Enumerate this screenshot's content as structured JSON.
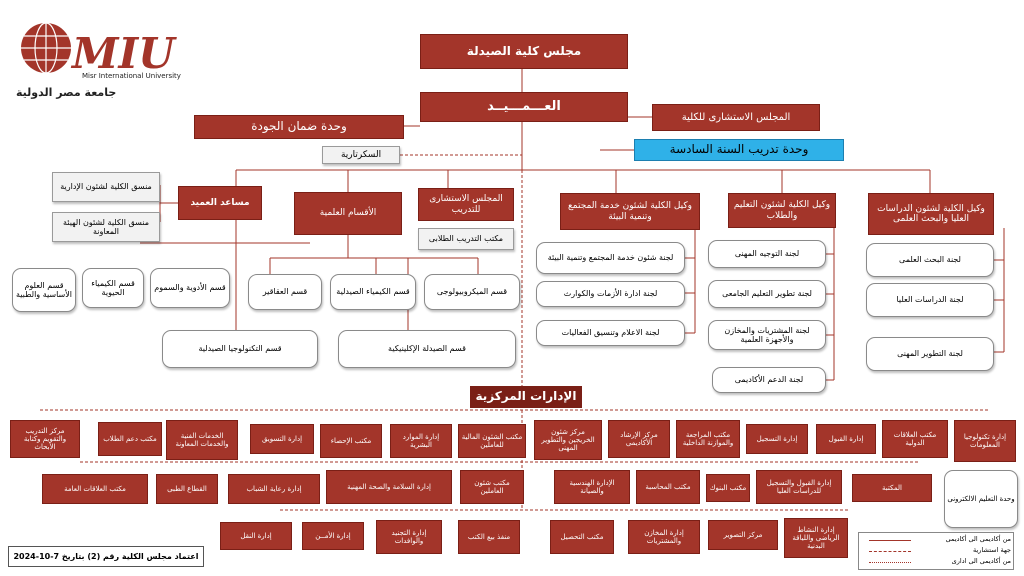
{
  "logo": {
    "letters": "MIU",
    "english": "Misr International University",
    "arabic": "جامعة مصر الدولية",
    "colors": {
      "primary": "#a3352a",
      "dark": "#222222"
    }
  },
  "colors": {
    "red_box": "#a3352a",
    "blue_box": "#2fb1e8",
    "connector": "#a3352a"
  },
  "top": {
    "council": "مجلس كلية الصيدلة",
    "dean": "العـــمـــيــد",
    "advisory_council": "المجلس الاستشارى للكلية",
    "quality_unit": "وحدة ضمان الجودة",
    "secretariat": "السكرتارية",
    "sixth_year_unit": "وحدة تدريب السنة السادسة"
  },
  "vice_deans": {
    "grad": "وكيل الكلية لشئون الدراسات العليا والبحث العلمى",
    "education": "وكيل الكلية لشئون التعليم والطلاب",
    "community": "وكيل الكلية لشئون خدمة المجتمع وتنمية البيئة",
    "training_council": "المجلس الاستشارى للتدريب",
    "departments": "الأقسام العلمية",
    "assistant_dean": "مساعد العميد"
  },
  "coordinators": {
    "admin": "منسق الكلية لشئون الإدارية",
    "staff": "منسق الكلية لشئون الهيئة المعاونة"
  },
  "grad_items": {
    "research": "لجنة البحث العلمى",
    "postgrad": "لجنة الدراسات العليا",
    "professional": "لجنة التطوير المهنى"
  },
  "edu_items": {
    "guidance": "لجنة التوجيه المهنى",
    "university_ed": "لجنة تطوير التعليم الجامعى",
    "procurement": "لجنة المشتريات والمخازن والأجهزة العلمية",
    "academic_support": "لجنة الدعم الأكاديمى"
  },
  "community_items": {
    "service": "لجنة شئون خدمة المجتمع وتنمية البيئة",
    "crisis": "لجنة ادارة الأزمات والكوارث",
    "media": "لجنة الاعلام وتنسيق الفعاليات"
  },
  "training_office": "مكتب التدريب الطلابى",
  "departments": {
    "micro": "قسم الميكروبيولوجى",
    "chem": "قسم الكيمياء الصيدلية",
    "pharmaceutics": "قسم العقاقير",
    "pharmacology": "قسم الأدوية والسموم",
    "biochem": "قسم الكيمياء الحيوية",
    "basic_med": "قسم العلوم الأساسية والطبية",
    "clinical": "قسم الصيدلة الإكلينيكية",
    "tech": "قسم التكنولوجيا الصيدلية"
  },
  "central_title": "الإدارات المركزية",
  "row1": [
    "إدارة تكنولوجيا المعلومات",
    "مكتب العلاقات الدولية",
    "إدارة القبول",
    "إدارة التسجيل",
    "مكتب المراجعة والموازنة الداخلية",
    "مركز الإرشاد الأكاديمى",
    "مركز شئون الخريجين والتطوير المهنى",
    "مكتب الشئون المالية للعاملين",
    "إدارة الموارد البشرية",
    "مكتب الإحصاء",
    "إدارة التسويق",
    "الخدمات الفنية والخدمات المعاونة",
    "مكتب دعم الطلاب",
    "مركز التدريب والتقويم وكتابة الأبحاث"
  ],
  "elearning": "وحدة التعليم الالكترونى",
  "row2": [
    "المكتبة",
    "إدارة القبول والتسجيل للدراسات العليا",
    "مكتب البنوك",
    "مكتب المحاسبة",
    "الإدارة الهندسية والصيانة",
    "مكتب شئون العاملين",
    "إدارة السلامة والصحة المهنية",
    "إدارة رعاية الشباب",
    "القطاع الطبى",
    "مكتب العلاقات العامة"
  ],
  "row3": [
    "إدارة النشاط الرياضى واللياقة البدنية",
    "مركز التصوير",
    "إدارة المخازن والمشتريات",
    "مكتب التحصيل",
    "منفذ بيع الكتب",
    "إدارة التجنيد والوافدات",
    "إدارة الأمــن",
    "إدارة النقل"
  ],
  "legend": {
    "academic": "من أكاديمى الى أكاديمى",
    "advisory": "جهة استشارية",
    "admin": "من أكاديمى الى ادارى"
  },
  "approval": "اعتماد مجلس الكلية رقم (2) بتاريخ 7-10-2024"
}
